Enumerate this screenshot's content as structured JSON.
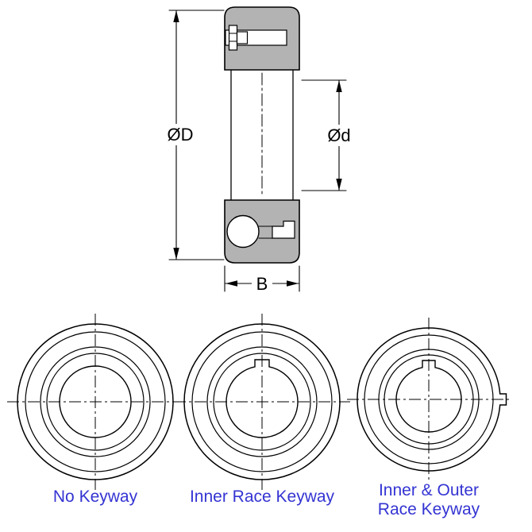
{
  "cross_section": {
    "labels": {
      "outer_diameter": "ØD",
      "bore_diameter": "Ød",
      "width": "B"
    }
  },
  "front_views": {
    "no_keyway": {
      "caption": "No Keyway"
    },
    "inner_race_keyway": {
      "caption": "Inner Race Keyway"
    },
    "inner_outer_race_keyway": {
      "caption_line1": "Inner & Outer",
      "caption_line2": "Race Keyway"
    }
  },
  "colors": {
    "race_fill": "#b3b3b3",
    "outline": "#000000",
    "caption": "#3434d3",
    "background": "#ffffff"
  }
}
